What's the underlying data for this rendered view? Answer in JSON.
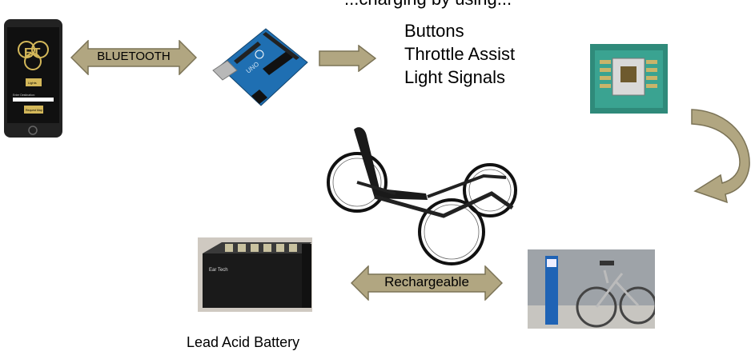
{
  "top_partial_title": "...charging by using...",
  "arrows": {
    "bluetooth": "BLUETOOTH",
    "rechargeable": "Rechargeable"
  },
  "features": [
    "Buttons",
    "Throttle Assist",
    "Light Signals"
  ],
  "phone_app": {
    "logo": "ET",
    "lights_button": "Lights",
    "destination_label": "Enter Destination",
    "request_map_button": "Request Map"
  },
  "battery": {
    "caption": "Lead Acid Battery"
  },
  "colors": {
    "arrow_fill": "#b1a681",
    "arrow_stroke": "#7b7356",
    "phone_gold": "#d4b85a",
    "arduino_blue": "#1f6fb2"
  }
}
